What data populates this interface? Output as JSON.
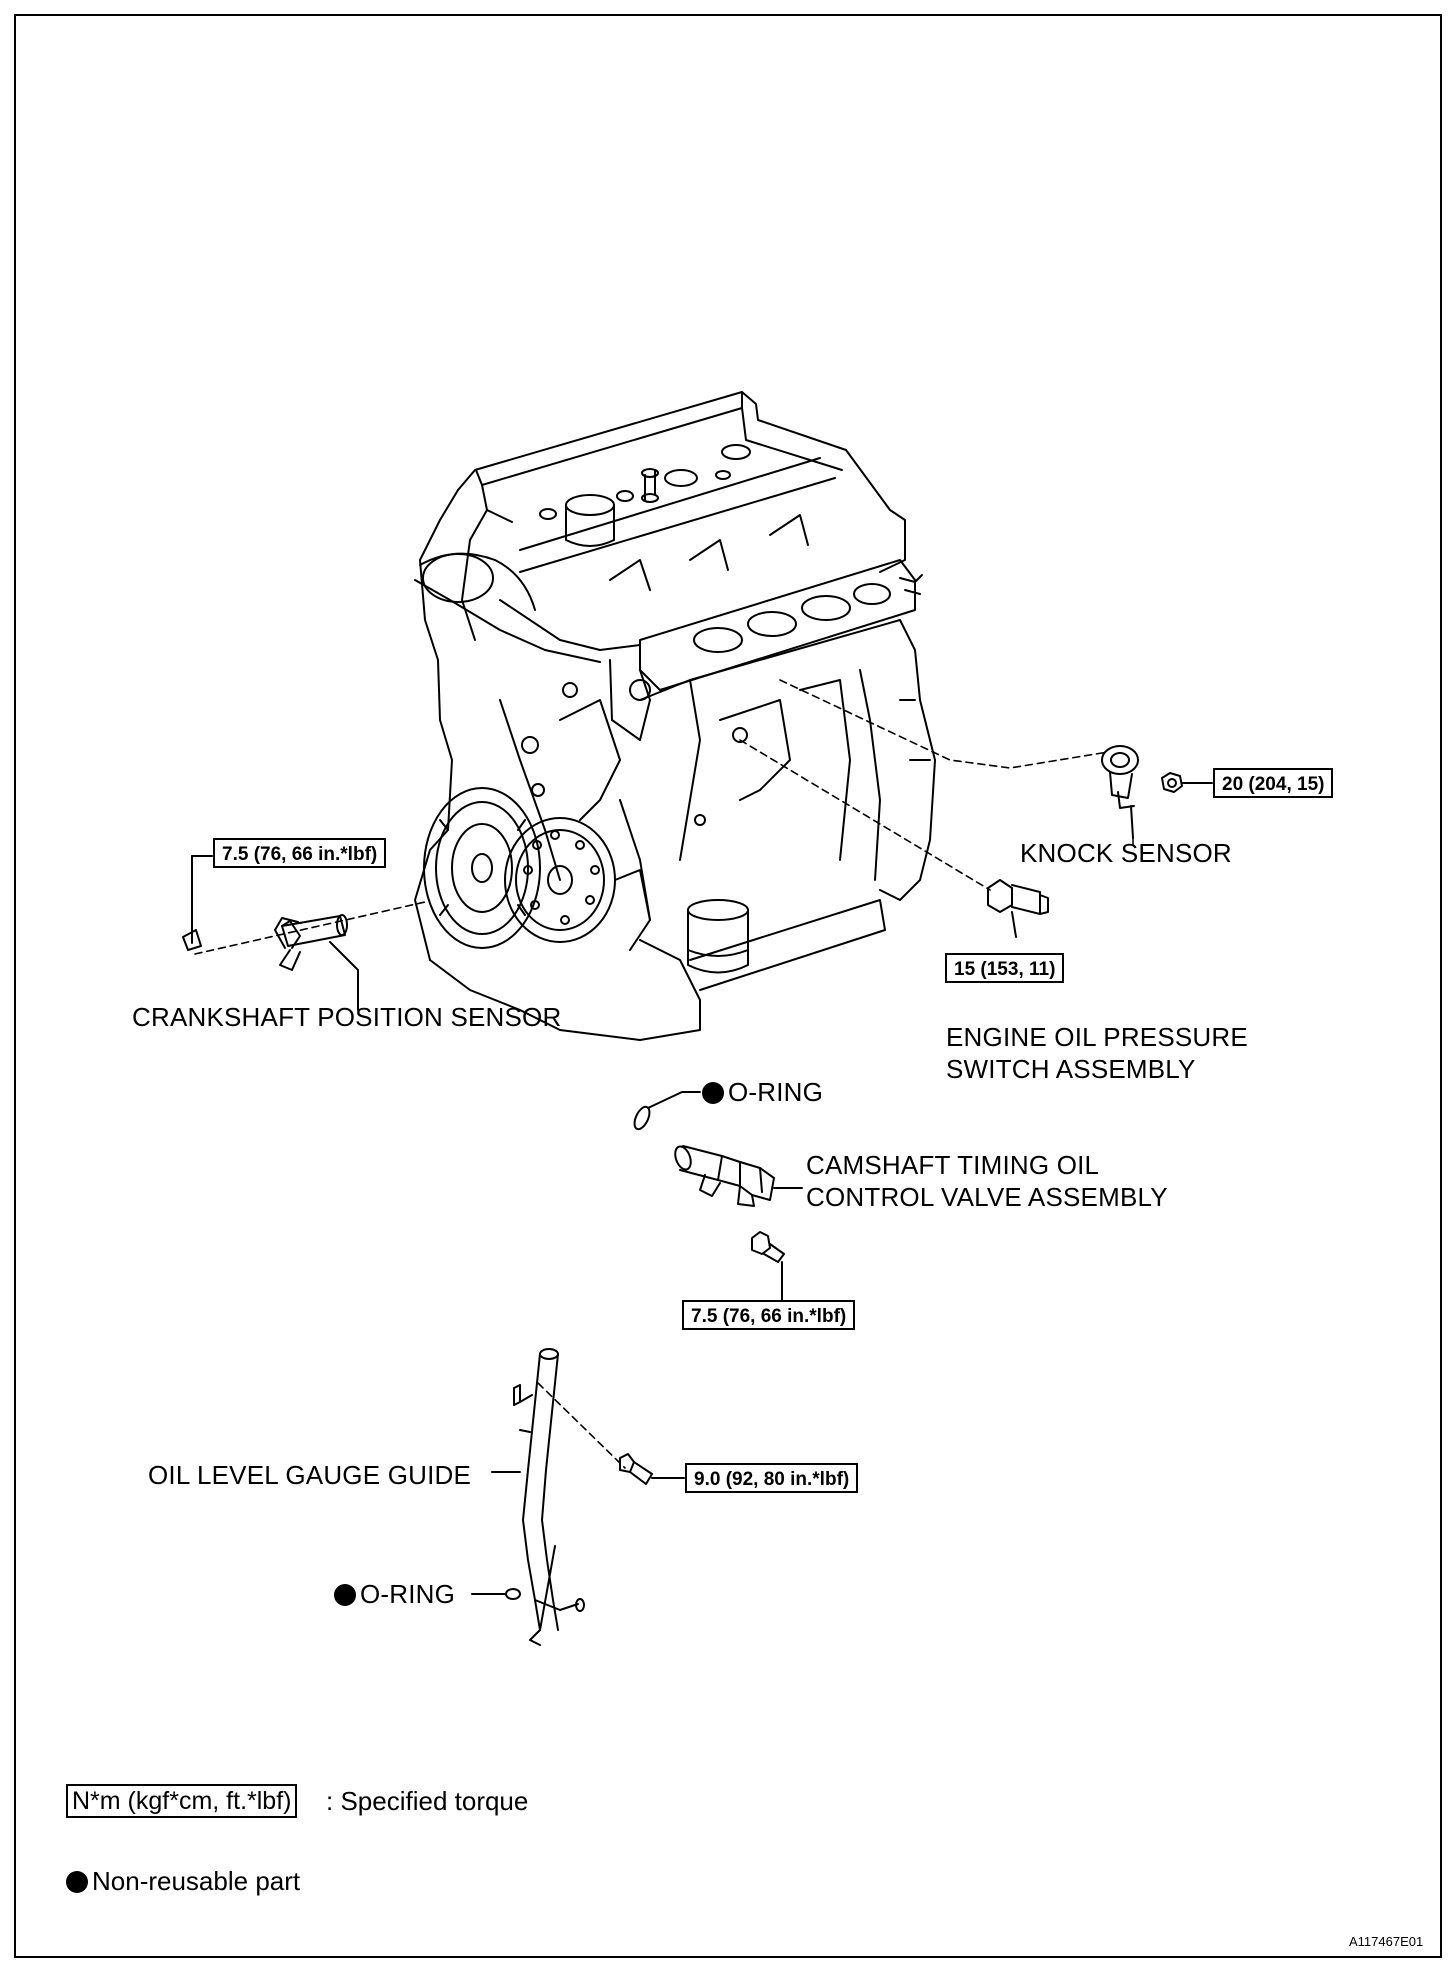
{
  "parts": {
    "knock_sensor": "KNOCK SENSOR",
    "crankshaft_position_sensor": "CRANKSHAFT POSITION SENSOR",
    "engine_oil_pressure_switch": [
      "ENGINE OIL PRESSURE",
      "SWITCH ASSEMBLY"
    ],
    "o_ring_upper": "O-RING",
    "camshaft_timing_valve": [
      "CAMSHAFT TIMING OIL",
      "CONTROL VALVE ASSEMBLY"
    ],
    "oil_level_gauge_guide": "OIL LEVEL GAUGE GUIDE",
    "o_ring_lower": "O-RING"
  },
  "torques": {
    "knock_sensor_nut": "20 (204, 15)",
    "crankshaft_sensor_bolt": "7.5 (76, 66 in.*lbf)",
    "oil_pressure_switch": "15 (153, 11)",
    "camshaft_valve_bolt": "7.5 (76, 66 in.*lbf)",
    "gauge_guide_bolt": "9.0 (92, 80 in.*lbf)"
  },
  "legend": {
    "torque_units": "N*m (kgf*cm, ft.*lbf)",
    "torque_desc": ": Specified torque",
    "non_reusable": "Non-reusable part"
  },
  "figure_code": "A117467E01"
}
